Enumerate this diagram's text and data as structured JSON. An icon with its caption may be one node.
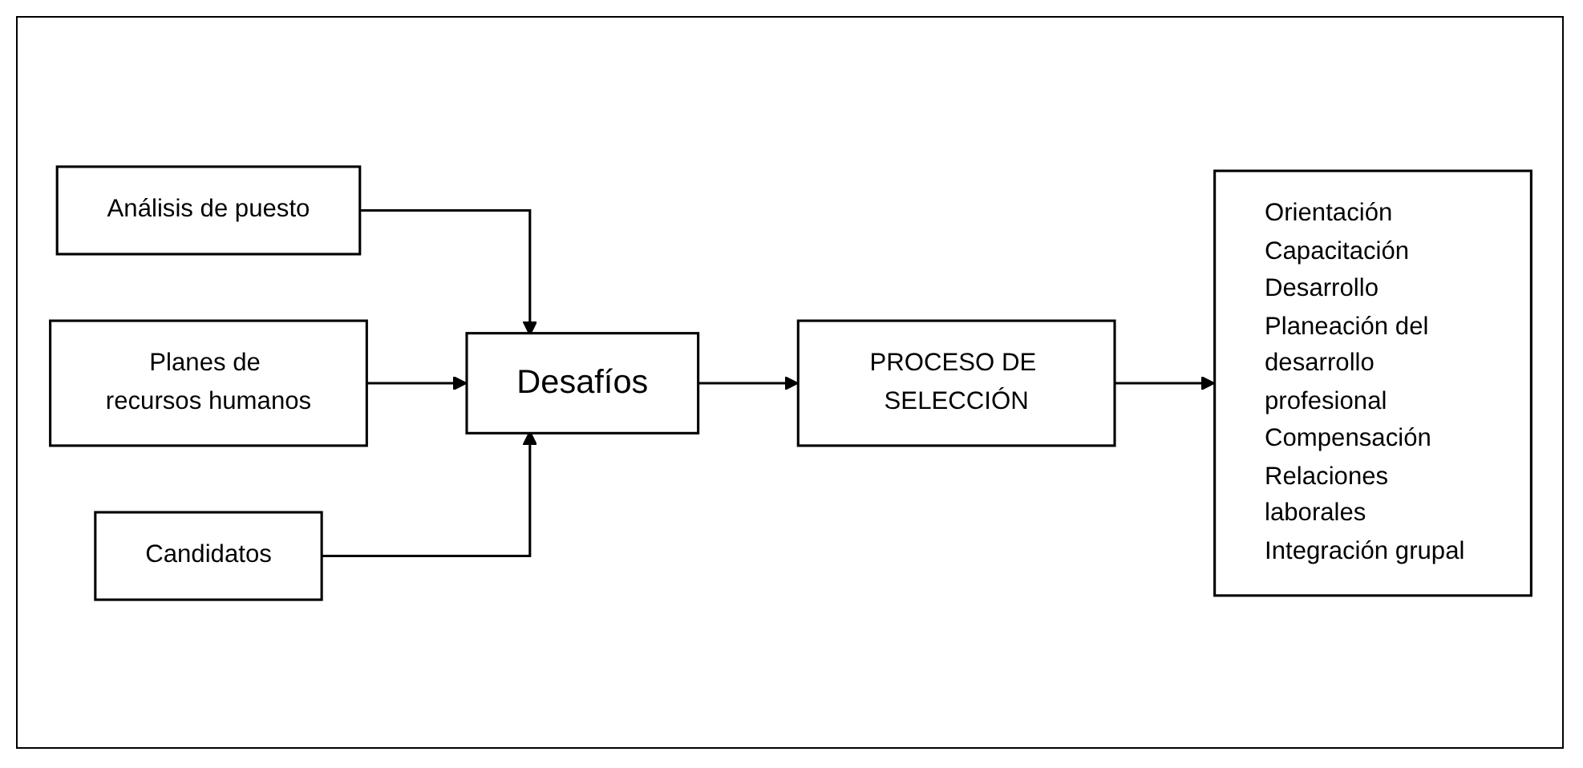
{
  "diagram": {
    "nodes": [
      {
        "text": [
          "Análisis de puesto"
        ]
      },
      {
        "text": [
          "Planes de recursos humanos"
        ]
      },
      {
        "text": [
          "Candidatos"
        ]
      },
      {
        "text": [
          "Desafíos"
        ]
      },
      {
        "text": [
          "PROCESO DE SELECCIÓN"
        ]
      },
      {
        "text": [
          "Orientación",
          "Capacitación",
          "Desarrollo",
          "Planeación del desarrollo profesional",
          "Compensación",
          "Relaciones laborales",
          "Integración grupal"
        ]
      }
    ],
    "edges": [
      {
        "from": 0,
        "to": 3,
        "arrow": "to"
      },
      {
        "from": 1,
        "to": 3,
        "arrow": "to"
      },
      {
        "from": 2,
        "to": 3,
        "arrow": "to"
      },
      {
        "from": 3,
        "to": 4,
        "arrow": "to"
      },
      {
        "from": 4,
        "to": 5,
        "arrow": "to"
      }
    ]
  }
}
